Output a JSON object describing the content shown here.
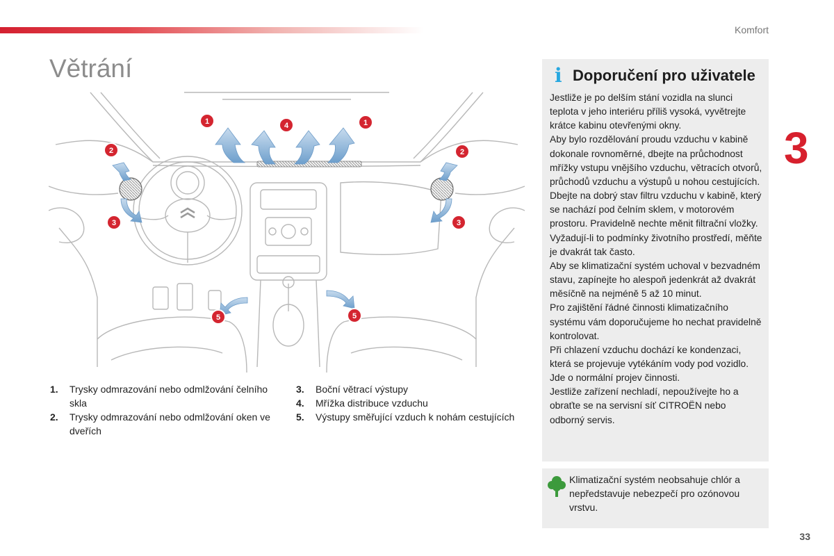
{
  "header": {
    "section": "Komfort",
    "title": "Větrání",
    "chapter": "3",
    "accent_color": "#d7202d"
  },
  "illustration": {
    "callouts": [
      "1",
      "4",
      "1",
      "2",
      "2",
      "3",
      "3",
      "5",
      "5"
    ],
    "callout_color": "#d42530",
    "arrow_color": "#8fb6d9"
  },
  "legend": [
    {
      "num": "1.",
      "text": "Trysky odmrazování nebo odmlžování čelního skla"
    },
    {
      "num": "2.",
      "text": "Trysky odmrazování nebo odmlžování oken ve dveřích"
    },
    {
      "num": "3.",
      "text": "Boční větrací výstupy"
    },
    {
      "num": "4.",
      "text": "Mřížka distribuce vzduchu"
    },
    {
      "num": "5.",
      "text": "Výstupy směřující vzduch k nohám cestujících"
    }
  ],
  "recommendation": {
    "icon": "info-icon",
    "icon_glyph": "i",
    "title": "Doporučení pro uživatele",
    "paragraphs": [
      "Jestliže je po delším stání vozidla na slunci teplota v jeho interiéru příliš vysoká, vyvětrejte krátce kabinu otevřenými okny.",
      "Aby bylo rozdělování proudu vzduchu v kabině dokonale rovnoměrné, dbejte na průchodnost mřížky vstupu vnějšího vzduchu, větracích otvorů, průchodů vzduchu a výstupů u nohou cestujících.",
      "Dbejte na dobrý stav filtru vzduchu v kabině, který se nachází pod čelním sklem, v motorovém prostoru. Pravidelně nechte měnit filtrační vložky. Vyžadují-li to podmínky životního prostředí, měňte je dvakrát tak často.",
      "Aby se klimatizační systém uchoval v bezvadném stavu, zapínejte ho alespoň jedenkrát až dvakrát měsíčně na nejméně 5 až 10 minut.",
      "Pro zajištění řádné činnosti klimatizačního systému vám doporučujeme ho nechat pravidelně kontrolovat.",
      "Při chlazení vzduchu dochází ke kondenzaci, která se projevuje vytékáním vody pod vozidlo. Jde o normální projev činnosti.",
      "Jestliže zařízení nechladí, nepoužívejte ho a obraťte se na servisní síť CITROËN nebo odborný servis."
    ]
  },
  "eco_note": {
    "icon": "tree-icon",
    "icon_color": "#3c9a3c",
    "text": "Klimatizační systém neobsahuje chlór a nepředstavuje nebezpečí pro ozónovou vrstvu."
  },
  "footer": {
    "page_number": "33"
  }
}
